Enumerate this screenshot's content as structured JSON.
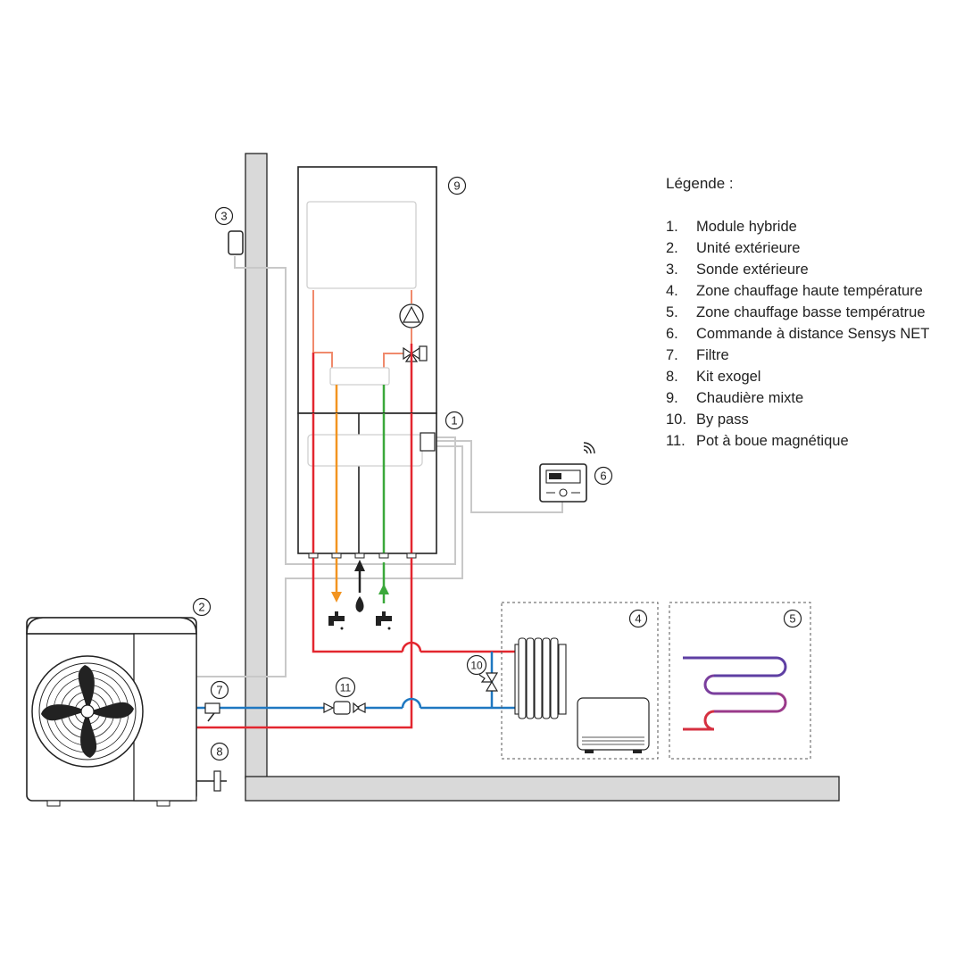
{
  "legend": {
    "title": "Légende :",
    "items": [
      {
        "num": "1.",
        "label": "Module hybride"
      },
      {
        "num": "2.",
        "label": "Unité extérieure"
      },
      {
        "num": "3.",
        "label": "Sonde extérieure"
      },
      {
        "num": "4.",
        "label": "Zone chauffage haute température"
      },
      {
        "num": "5.",
        "label": "Zone chauffage basse températrue"
      },
      {
        "num": "6.",
        "label": "Commande à distance Sensys NET"
      },
      {
        "num": "7.",
        "label": "Filtre"
      },
      {
        "num": "8.",
        "label": "Kit exogel"
      },
      {
        "num": "9.",
        "label": "Chaudière mixte"
      },
      {
        "num": "10.",
        "label": "By pass"
      },
      {
        "num": "11.",
        "label": "Pot à boue magnétique"
      }
    ]
  },
  "callouts": {
    "c1": "1",
    "c2": "2",
    "c3": "3",
    "c4": "4",
    "c5": "5",
    "c6": "6",
    "c7": "7",
    "c8": "8",
    "c9": "9",
    "c10": "10",
    "c11": "11"
  },
  "colors": {
    "hot_supply": "#e3262f",
    "cold_return": "#1f78c1",
    "hot_water": "#f29420",
    "cold_water": "#3aa83a",
    "primary_circuit": "#f08a6c",
    "control_wire": "#c8c8c8",
    "outline": "#222222",
    "underfloor_purple": "#7a3e9d"
  }
}
